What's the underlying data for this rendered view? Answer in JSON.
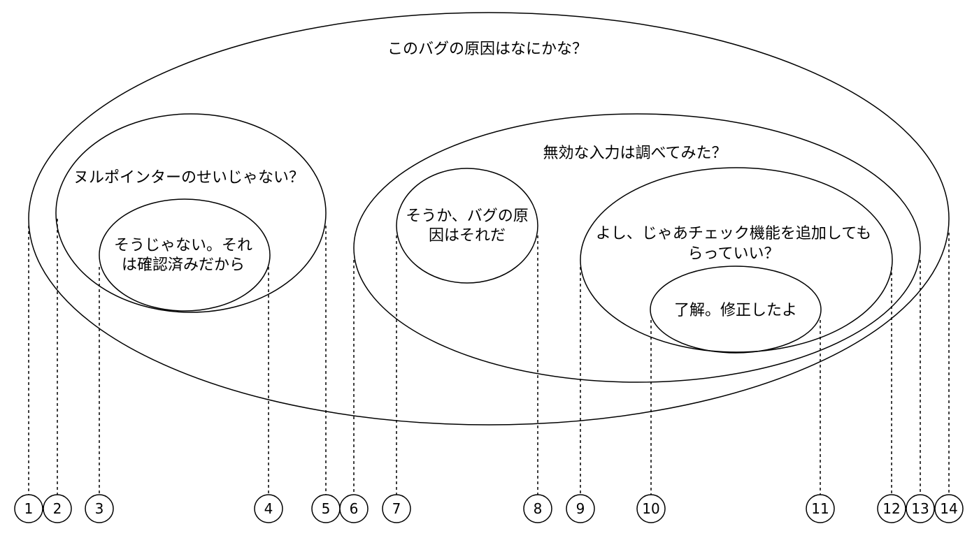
{
  "bubbles": {
    "outer": {
      "label": "このバグの原因はなにかな？"
    },
    "nullptr": {
      "label": "ヌルポインターのせいじゃない？"
    },
    "checked": {
      "line1": "そうじゃない。それ",
      "line2": "は確認済みだから"
    },
    "invalid": {
      "label": "無効な入力は調べてみた？"
    },
    "cause": {
      "line1": "そうか、バグの原",
      "line2": "因はそれだ"
    },
    "addcheck": {
      "line1": "よし、じゃあチェック機能を追加しても",
      "line2": "らっていい？"
    },
    "fixed": {
      "label": "了解。修正したよ"
    }
  },
  "markers": [
    "1",
    "2",
    "3",
    "4",
    "5",
    "6",
    "7",
    "8",
    "9",
    "10",
    "11",
    "12",
    "13",
    "14"
  ]
}
